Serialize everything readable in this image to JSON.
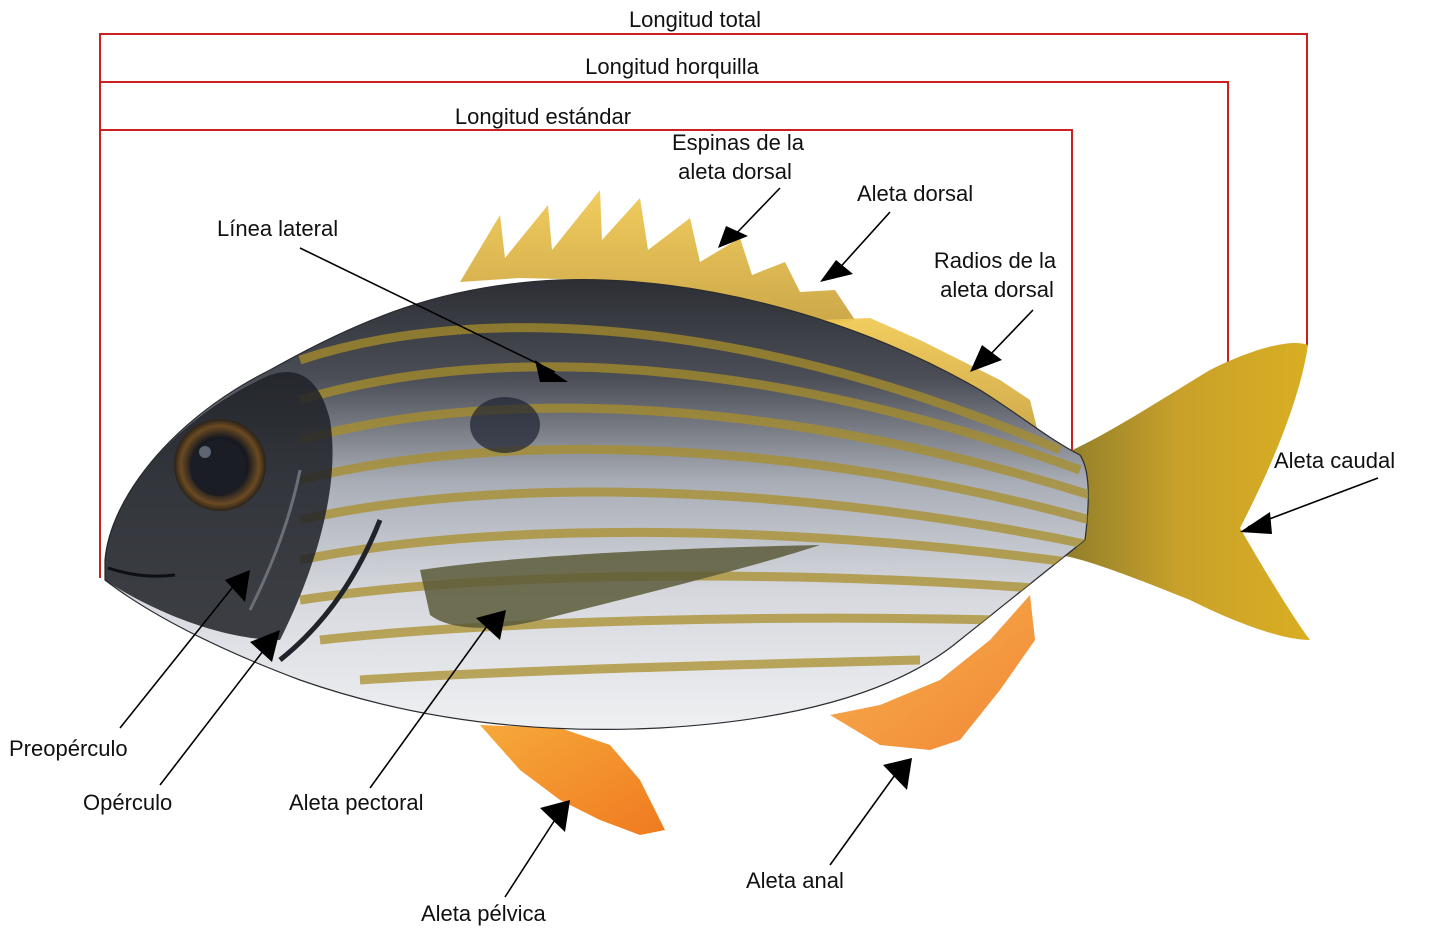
{
  "measurements": {
    "total_length": "Longitud total",
    "fork_length": "Longitud horquilla",
    "standard_length": "Longitud estándar"
  },
  "labels": {
    "dorsal_spines": [
      "Espinas de la",
      "aleta dorsal"
    ],
    "dorsal_fin": "Aleta dorsal",
    "dorsal_rays": [
      "Radios de la",
      "aleta dorsal"
    ],
    "lateral_line": "Línea lateral",
    "caudal_fin": "Aleta caudal",
    "preoperculum": "Preopérculo",
    "operculum": "Opérculo",
    "pectoral_fin": "Aleta pectoral",
    "pelvic_fin": "Aleta pélvica",
    "anal_fin": "Aleta anal"
  },
  "colors": {
    "measure_line": "#cc1f1f",
    "label_text": "#111111",
    "leader_line": "#000000",
    "fin_yellow": "#e8b020",
    "fin_orange": "#f29b2a",
    "body_silver": "#c9ccd2",
    "stripe_gold": "#a98e2a",
    "back_dark": "#2f3138"
  }
}
